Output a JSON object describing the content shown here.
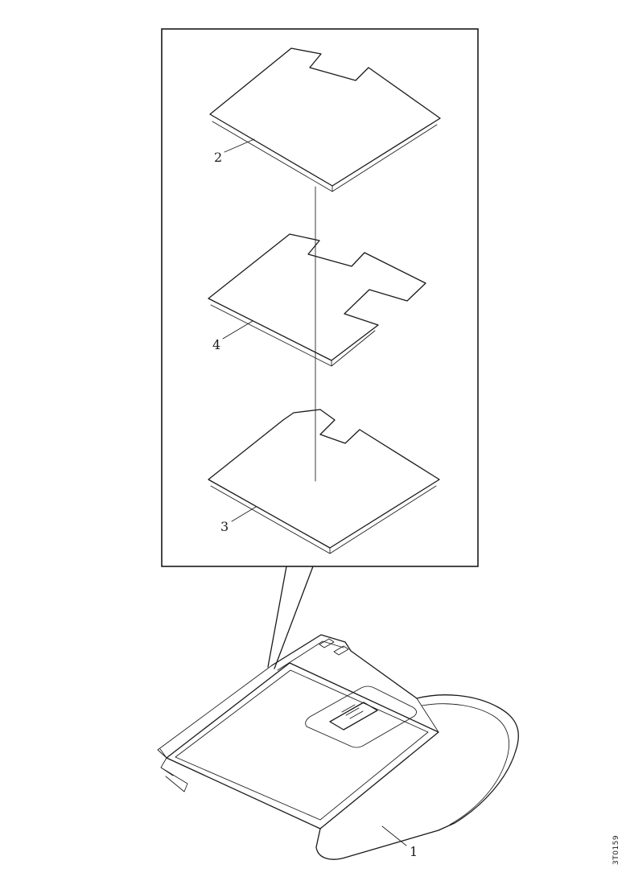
{
  "diagram": {
    "labels": {
      "part1": "1",
      "part2": "2",
      "part3": "3",
      "part4": "4"
    },
    "side_code": "3T0159",
    "colors": {
      "line": "#1a1a1a",
      "background": "#ffffff"
    }
  }
}
